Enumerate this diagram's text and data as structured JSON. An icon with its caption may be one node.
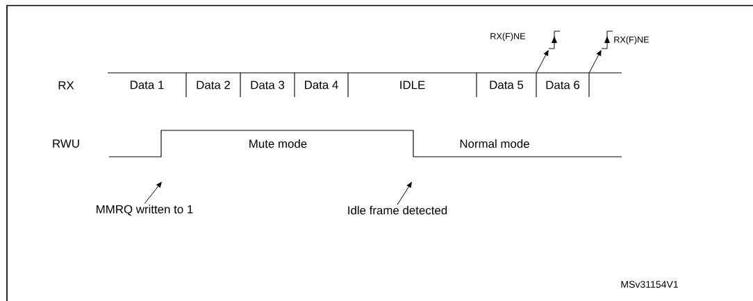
{
  "diagram": {
    "nodes": [
      {
        "text": [
          "Data 1"
        ]
      },
      {
        "text": [
          "Data 2"
        ]
      },
      {
        "text": [
          "Data 3"
        ]
      },
      {
        "text": [
          "Data 4"
        ]
      },
      {
        "text": [
          "IDLE"
        ]
      },
      {
        "text": [
          "Data 5"
        ]
      },
      {
        "text": [
          "Data 6"
        ]
      },
      {
        "text": [],
        "shape": "box"
      },
      {
        "text": [],
        "shape": "picture",
        "beside": [
          "RX(F)NE"
        ]
      },
      {
        "text": [],
        "shape": "picture",
        "beside": [
          "RX(F)NE"
        ]
      },
      {
        "text": [
          "MMRQ written to 1"
        ]
      },
      {
        "text": [
          "Idle frame detected"
        ]
      }
    ],
    "edges": [
      {
        "from": 5,
        "to": 8,
        "arrow": "to"
      },
      {
        "from": 6,
        "to": 9,
        "arrow": "to"
      },
      {
        "from": 10,
        "to": null,
        "arrow": "to"
      },
      {
        "from": 11,
        "to": null,
        "arrow": "to"
      }
    ],
    "labels": [
      "RX",
      "RWU",
      "Mute mode",
      "Normal mode",
      "MSv31154V1"
    ]
  }
}
